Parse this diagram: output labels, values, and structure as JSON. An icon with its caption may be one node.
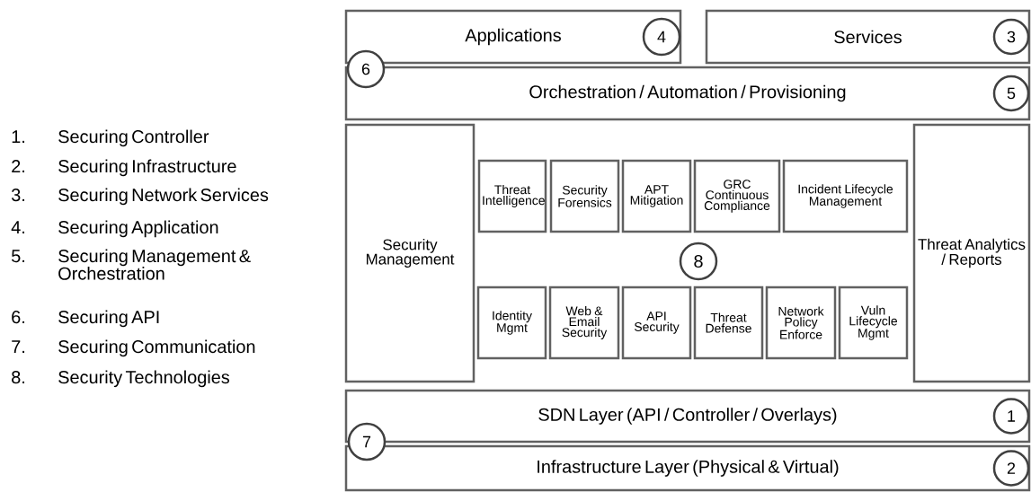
{
  "diagram": {
    "nodes": [
      {
        "text": [
          "Applications"
        ]
      },
      {
        "text": [
          "4"
        ],
        "in": 0
      },
      {
        "text": [
          "Services"
        ]
      },
      {
        "text": [
          "3"
        ],
        "in": 2
      },
      {
        "text": [
          "6"
        ]
      },
      {
        "text": [
          "Orchestration / Automation / Provisioning"
        ]
      },
      {
        "text": [
          "5"
        ],
        "in": 5
      },
      {
        "text": [
          "Security Management"
        ]
      },
      {
        "text": [
          "Threat Intelligence"
        ]
      },
      {
        "text": [
          "Security Forensics"
        ]
      },
      {
        "text": [
          "APT Mitigation"
        ]
      },
      {
        "text": [
          "GRC Continuous Compliance"
        ]
      },
      {
        "text": [
          "Incident Lifecycle Management"
        ]
      },
      {
        "text": [
          "Threat Analytics / Reports"
        ]
      },
      {
        "text": [
          "8"
        ]
      },
      {
        "text": [
          "Identity Mgmt"
        ]
      },
      {
        "text": [
          "Web & Email Security"
        ]
      },
      {
        "text": [
          "API Security"
        ]
      },
      {
        "text": [
          "Threat Defense"
        ]
      },
      {
        "text": [
          "Network Policy Enforce"
        ]
      },
      {
        "text": [
          "Vuln Lifecycle Mgmt"
        ]
      },
      {
        "text": [
          "SDN Layer (API / Controller / Overlays)"
        ]
      },
      {
        "text": [
          "1"
        ],
        "in": 21
      },
      {
        "text": [
          "7"
        ]
      },
      {
        "text": [
          "Infrastructure Layer (Physical & Virtual)"
        ]
      },
      {
        "text": [
          "2"
        ],
        "in": 24
      }
    ],
    "labels": [
      "1.",
      "Securing Controller",
      "2.",
      "Securing Infrastructure",
      "3.",
      "Securing Network Services",
      "4.",
      "Securing Application",
      "5.",
      "Securing Management & Orchestration",
      "6.",
      "Securing API",
      "7.",
      "Securing Communication",
      "8.",
      "Security Technologies"
    ]
  }
}
